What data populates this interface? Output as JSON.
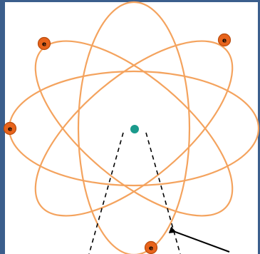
{
  "colors": {
    "frame": "#3b5e8c",
    "orbit": "#f4a35e",
    "electron": "#e8641c",
    "electron_outline": "#b84a0c",
    "nucleus": "#1a9a8c",
    "dashed": "#000000",
    "arrow": "#000000"
  },
  "electron_label": "e",
  "orbits": [
    {
      "name": "horizontal-orbit"
    },
    {
      "name": "vertical-orbit"
    },
    {
      "name": "tilted-orbit-left"
    },
    {
      "name": "tilted-orbit-right"
    }
  ],
  "electrons": [
    {
      "name": "electron-top-left"
    },
    {
      "name": "electron-top-right"
    },
    {
      "name": "electron-left"
    },
    {
      "name": "electron-bottom"
    }
  ]
}
